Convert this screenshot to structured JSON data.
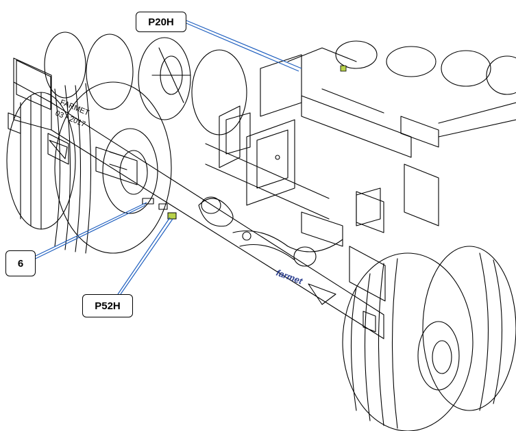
{
  "callouts": {
    "p20h": "P20H",
    "six": "6",
    "p52h": "P52H"
  },
  "decal_lines": [
    "FARMET",
    "03 - 2017"
  ],
  "brand_logo": "farmet",
  "colors": {
    "line": "#000000",
    "leader": "#1f5fbf",
    "logo": "#2c3f8f",
    "highlight_green": "#b8d24a",
    "background": "#ffffff"
  }
}
